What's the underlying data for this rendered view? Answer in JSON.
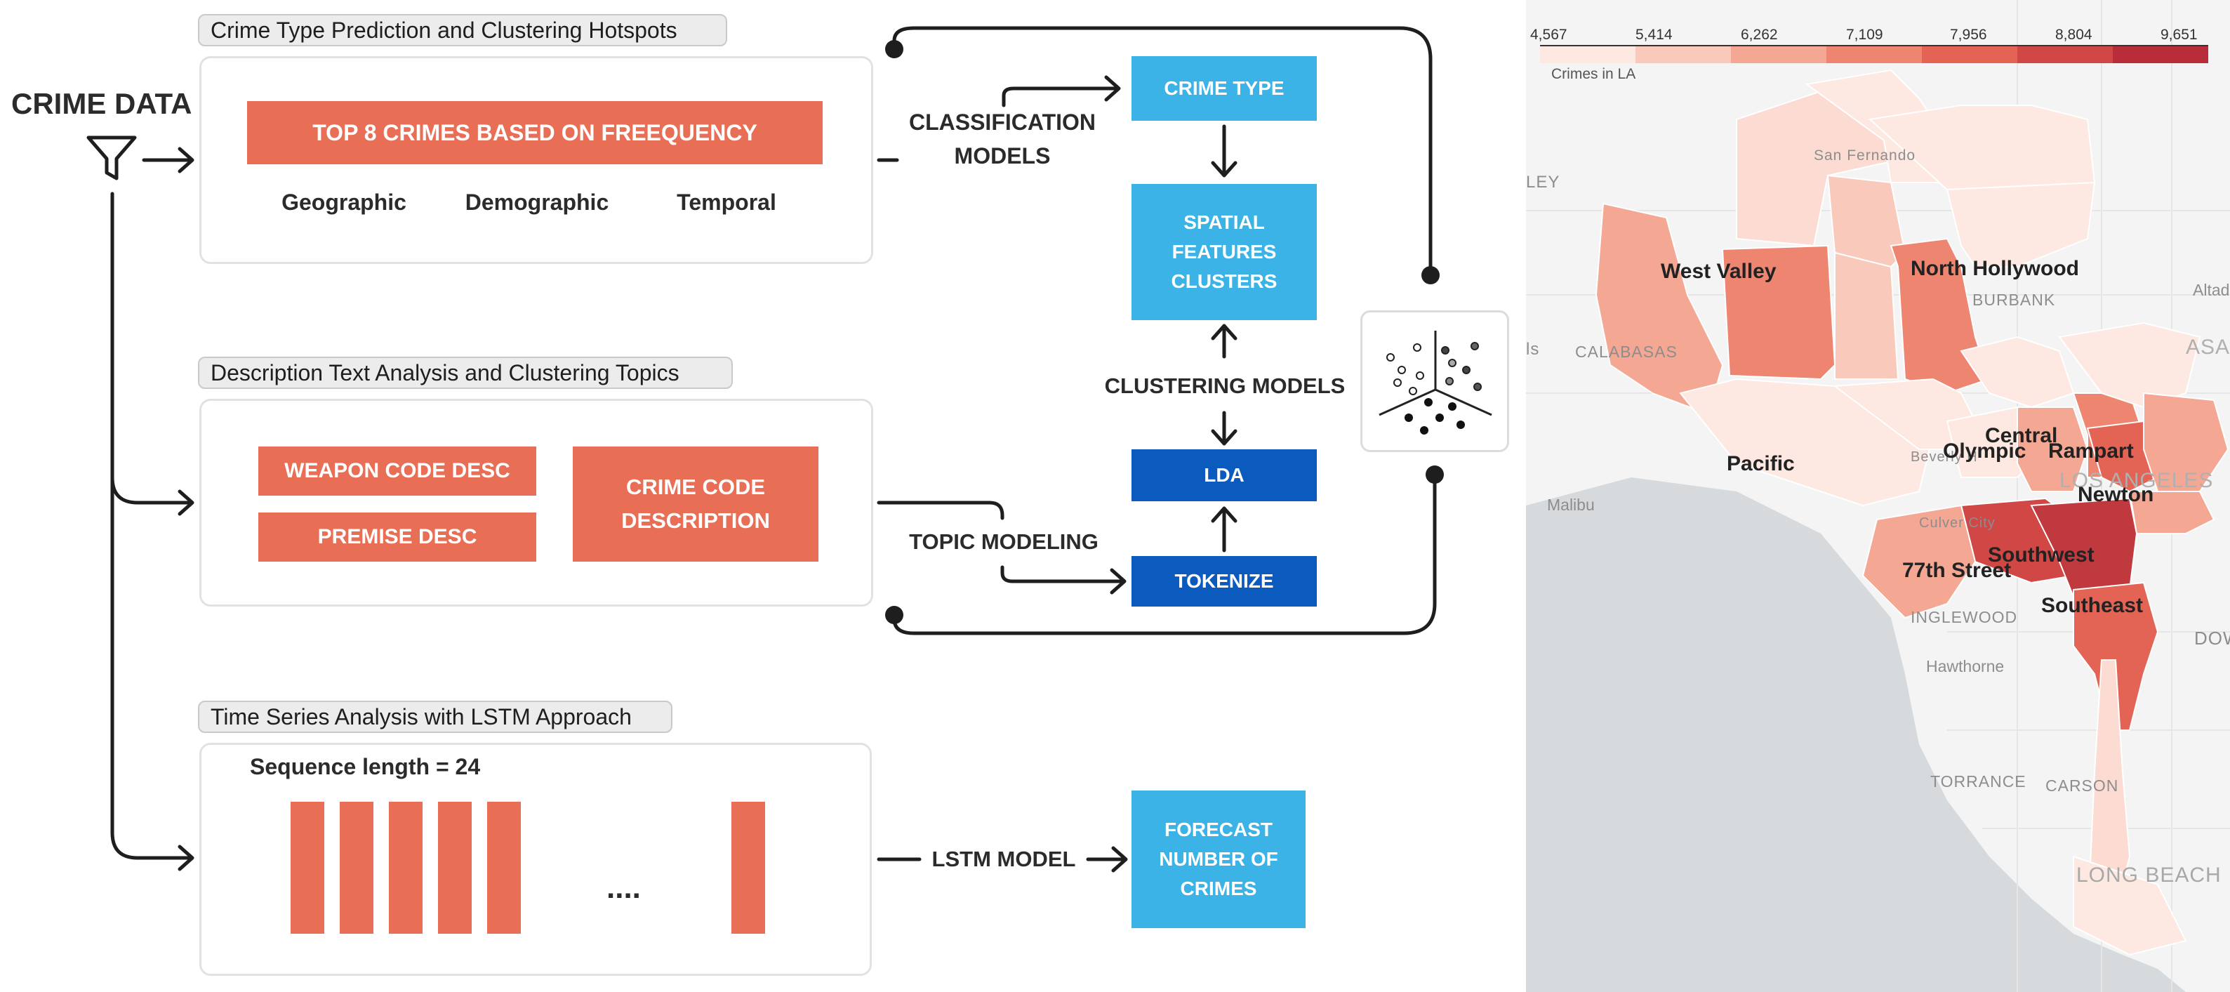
{
  "left": {
    "crime_data_label": "CRIME DATA",
    "section1": {
      "title": "Crime Type Prediction and Clustering Hotspots",
      "banner": "TOP 8 CRIMES BASED ON FREEQUENCY",
      "features": [
        "Geographic",
        "Demographic",
        "Temporal"
      ]
    },
    "section2": {
      "title": "Description Text Analysis and Clustering Topics",
      "weapon": "WEAPON CODE DESC",
      "premise": "PREMISE DESC",
      "crime_code_line1": "CRIME CODE",
      "crime_code_line2": "DESCRIPTION"
    },
    "section3": {
      "title": "Time Series Analysis with LSTM Approach",
      "sequence": "Sequence length = 24",
      "ellipsis": "....",
      "bar_count_shown": 6
    },
    "connectors": {
      "classification_line1": "CLASSIFICATION",
      "classification_line2": "MODELS",
      "clustering": "CLUSTERING MODELS",
      "topic_modeling": "TOPIC MODELING",
      "lstm": "LSTM MODEL"
    },
    "blocks": {
      "crime_type": "CRIME TYPE",
      "spatial": [
        "SPATIAL",
        "FEATURES",
        "CLUSTERS"
      ],
      "lda": "LDA",
      "tokenize": "TOKENIZE",
      "forecast": [
        "FORECAST",
        "NUMBER OF",
        "CRIMES"
      ]
    }
  },
  "map": {
    "legend_title": "Crimes in LA",
    "legend_ticks": [
      "4,567",
      "5,414",
      "6,262",
      "7,109",
      "7,956",
      "8,804",
      "9,651"
    ],
    "legend_colors": [
      "#fde8e2",
      "#f9c9bb",
      "#f4a793",
      "#ee8570",
      "#e36454",
      "#d04745",
      "#b92c3a"
    ],
    "areas": [
      "West Valley",
      "North Hollywood",
      "Pacific",
      "Central",
      "Olympic",
      "Rampart",
      "Newton",
      "Southwest",
      "77th Street",
      "Southeast"
    ],
    "places": [
      "San Fernando",
      "BURBANK",
      "CALABASAS",
      "Beverly H",
      "LOS ANGELES",
      "Culver City",
      "INGLEWOOD",
      "Hawthorne",
      "TORRANCE",
      "CARSON",
      "LONG BEACH",
      "Malibu",
      "ASADE",
      "Altad",
      "DOW",
      "LEY",
      "ls"
    ]
  }
}
